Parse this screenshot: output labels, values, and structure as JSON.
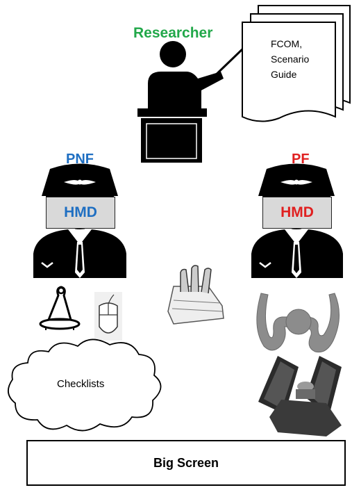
{
  "researcher": {
    "label": "Researcher",
    "color": "#22a84a"
  },
  "document": {
    "lines": [
      "FCOM,",
      "Scenario",
      "Guide"
    ]
  },
  "pnf": {
    "label": "PNF",
    "color": "#1f6fc2",
    "hmd_label": "HMD"
  },
  "pf": {
    "label": "PF",
    "color": "#e02020",
    "hmd_label": "HMD"
  },
  "cloud": {
    "label": "Checklists"
  },
  "big_screen": {
    "label": "Big Screen"
  },
  "icons": [
    "researcher-presenter-icon",
    "document-stack-icon",
    "pilot-icon",
    "joystick-icon",
    "mouse-icon",
    "throttle-quadrant-icon",
    "yoke-icon",
    "rudder-pedals-icon",
    "cloud-shape"
  ]
}
